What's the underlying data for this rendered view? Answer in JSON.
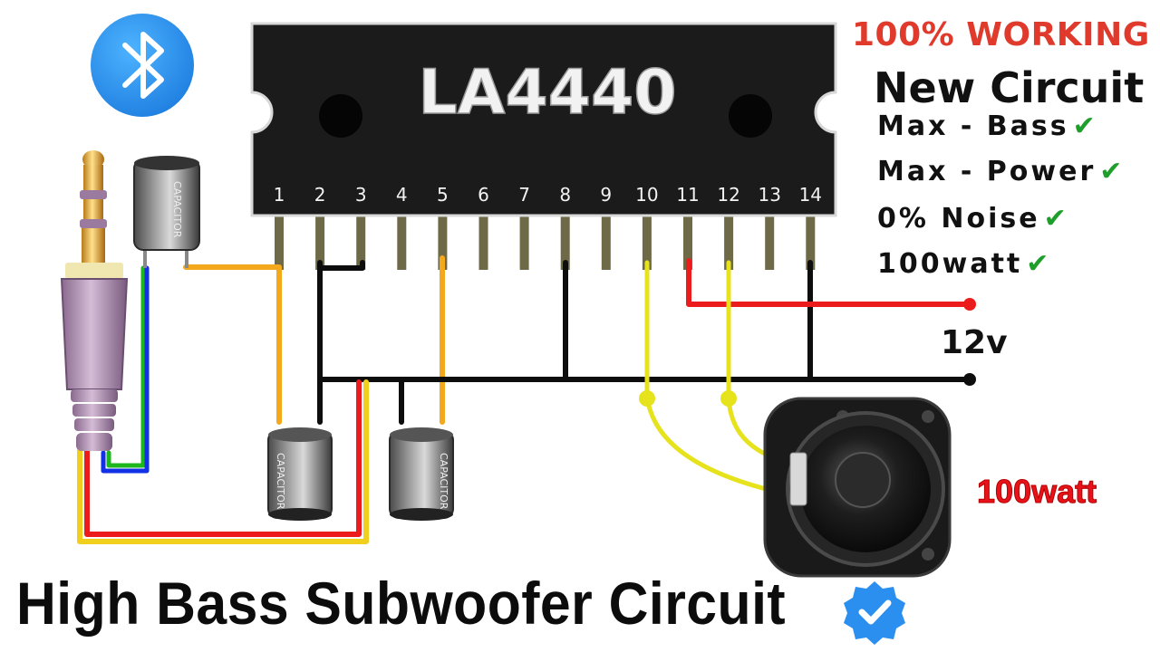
{
  "chip": {
    "label": "LA4440",
    "pins": [
      "1",
      "2",
      "3",
      "4",
      "5",
      "6",
      "7",
      "8",
      "9",
      "10",
      "11",
      "12",
      "13",
      "14"
    ]
  },
  "badge": "100% WORKING",
  "heading": "New Circuit",
  "features": [
    {
      "text": "Max - Bass",
      "check": "✔"
    },
    {
      "text": "Max - Power",
      "check": "✔"
    },
    {
      "text": "0% Noise",
      "check": "✔"
    },
    {
      "text": "100watt",
      "check": "✔"
    }
  ],
  "supply_label": "12v",
  "speaker_label": "100watt",
  "title": "High Bass Subwoofer Circuit",
  "capacitor_text": "CAPACITOR",
  "icons": {
    "bluetooth": "bluetooth-icon",
    "verified": "verified-badge-icon",
    "check": "checkmark-icon"
  },
  "colors": {
    "chip_body": "#1b1b1b",
    "pin": "#6e6a48",
    "wire_orange": "#f4a81c",
    "wire_black": "#0d0d0d",
    "wire_red": "#ec1c1c",
    "wire_yellow": "#e6e21c",
    "wire_green": "#1db61d",
    "wire_blue": "#1230e6",
    "badge_red": "#e03a2c",
    "check_green": "#1e9e2a",
    "bluetooth_blue": "#2a8ff0"
  }
}
